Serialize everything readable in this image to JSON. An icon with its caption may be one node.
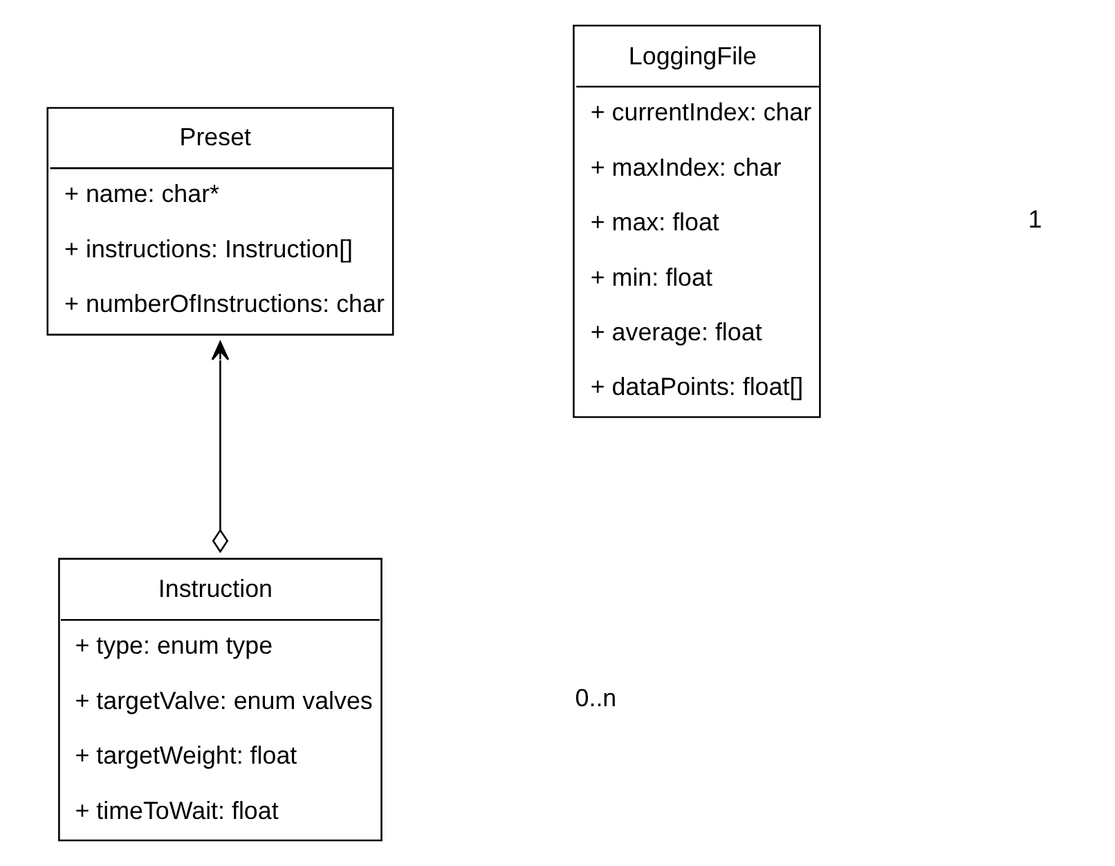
{
  "diagram": {
    "nodes": [
      {
        "text": [
          "Preset",
          "+ name: char*",
          "+ instructions: Instruction[]",
          "+ numberOfInstructions: char"
        ]
      },
      {
        "text": [
          "LoggingFile",
          "+ currentIndex: char",
          "+ maxIndex: char",
          "+ max: float",
          "+ min: float",
          "+ average: float",
          "+ dataPoints: float[]"
        ]
      },
      {
        "text": [
          "Instruction",
          "+ type: enum type",
          "+ targetValve: enum valves",
          "+ targetWeight: float",
          "+ timeToWait: float"
        ]
      }
    ],
    "edges": [
      {
        "from": 2,
        "to": 0,
        "arrow": "to"
      }
    ],
    "labels": [
      "1",
      "0..n"
    ]
  }
}
